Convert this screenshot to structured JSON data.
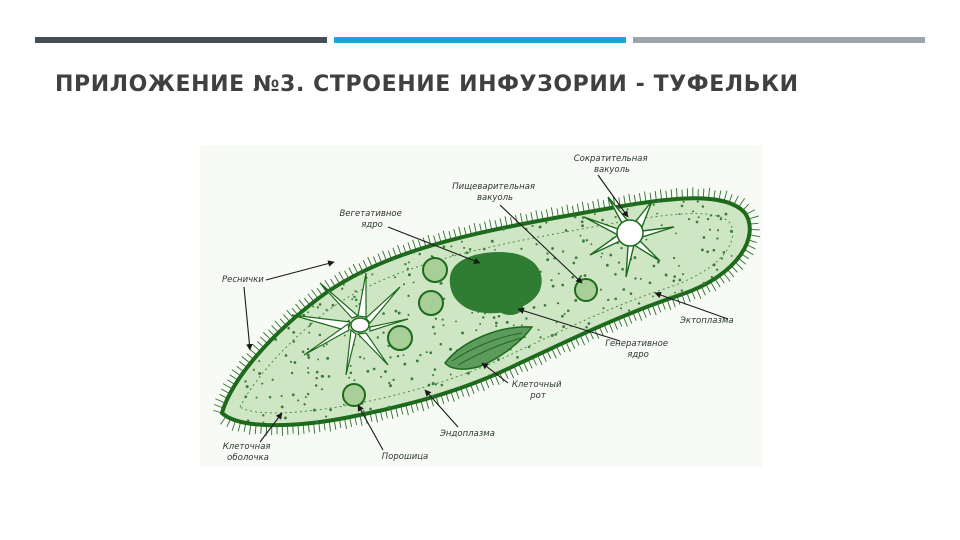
{
  "slide": {
    "title": "ПРИЛОЖЕНИЕ №3. СТРОЕНИЕ ИНФУЗОРИИ - ТУФЕЛЬКИ"
  },
  "diagram": {
    "labels": {
      "contractile_vacuole": [
        "Сократительная",
        "вакуоль"
      ],
      "digestive_vacuole": [
        "Пищеварительная",
        "вакуоль"
      ],
      "vegetative_nucleus": [
        "Вегетативное",
        "ядро"
      ],
      "cilia": "Реснички",
      "ectoplasm": "Эктоплазма",
      "generative_nucleus": [
        "Генеративное",
        "ядро"
      ],
      "cell_mouth": [
        "Клеточный",
        "рот"
      ],
      "endoplasm": "Эндоплазма",
      "cell_membrane": [
        "Клеточная",
        "оболочка"
      ],
      "anal_pore": "Порошица"
    },
    "colors": {
      "body_fill": "#cfe6c4",
      "outline": "#1d6a1d",
      "nucleus": "#2e7d32",
      "vacuole_fill": "#ffffff"
    }
  }
}
